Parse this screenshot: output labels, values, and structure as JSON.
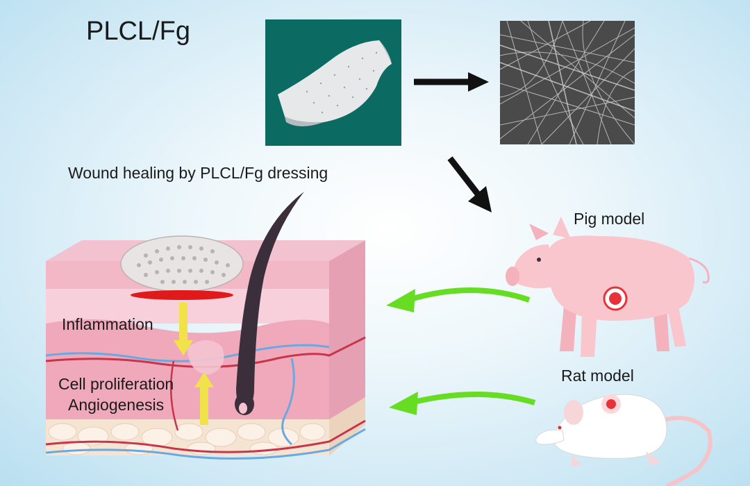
{
  "diagram": {
    "title": "PLCL/Fg",
    "subtitle": "Wound healing by PLCL/Fg dressing",
    "models": {
      "pig": "Pig model",
      "rat": "Rat model"
    },
    "skin_stages": {
      "inflammation": "Inflammation",
      "proliferation": "Cell proliferation",
      "angiogenesis": "Angiogenesis"
    }
  },
  "colors": {
    "photo_bg": "#0b6b62",
    "arrow_black": "#111111",
    "arrow_green": "#66dd22",
    "wound_red": "#e01a1a",
    "yellow_arrow": "#f2e24a",
    "skin_pink": "#f2b8c6",
    "vessel_red": "#c8344a",
    "vessel_blue": "#6aa8e0"
  }
}
